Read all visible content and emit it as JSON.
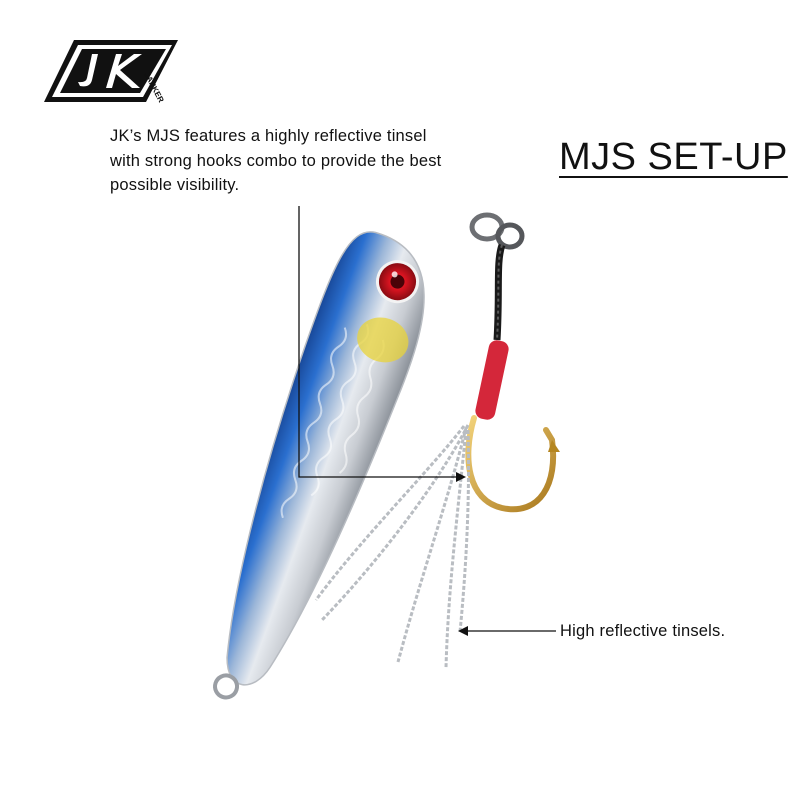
{
  "brand": {
    "logo_letters": "JK",
    "logo_subtext": "JANKER"
  },
  "description": {
    "lines": [
      "JK’s MJS features a highly reflective tinsel",
      "with strong hooks combo to provide the best",
      "possible visibility."
    ]
  },
  "title": "MJS SET-UP",
  "callouts": {
    "tinsel_label": "High reflective tinsels."
  },
  "colors": {
    "text": "#111111",
    "lure_blue": "#1f5fb8",
    "lure_silver": "#dfe4ea",
    "eye_red": "#d8121d",
    "hook_gold": "#c79a2e",
    "thread_red": "#d4273a"
  },
  "icons": {
    "logo": "jk-janker-logo",
    "product": "metal-jig-lure-with-assist-hook"
  }
}
